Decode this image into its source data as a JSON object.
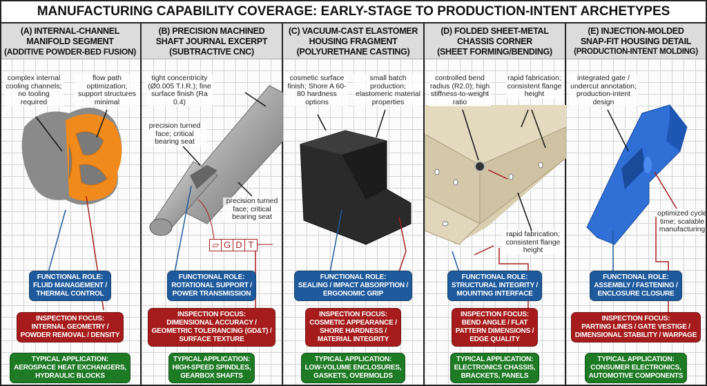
{
  "title": "MANUFACTURING CAPABILITY COVERAGE: EARLY-STAGE TO PRODUCTION-INTENT ARCHETYPES",
  "colors": {
    "functional_role": "#1f5a9c",
    "inspection_focus": "#a61c1c",
    "typical_application": "#1e7a24",
    "header_bg": "#dcdcdc"
  },
  "columns": [
    {
      "header": [
        "(A) INTERNAL-CHANNEL",
        "MANIFOLD SEGMENT",
        "(ADDITIVE POWDER-BED FUSION)"
      ],
      "notes": [
        "complex internal cooling channels; no tooling required",
        "flow path optimization; support structures minimal"
      ],
      "functional_role": [
        "FUNCTIONAL ROLE:",
        "FLUID MANAGEMENT /",
        "THERMAL CONTROL"
      ],
      "inspection_focus": [
        "INSPECTION FOCUS:",
        "INTERNAL GEOMETRY /",
        "POWDER REMOVAL / DENSITY"
      ],
      "typical_application": [
        "TYPICAL APPLICATION:",
        "AEROSPACE HEAT EXCHANGERS,",
        "HYDRAULIC BLOCKS"
      ]
    },
    {
      "header": [
        "(B) PRECISION MACHINED",
        "SHAFT JOURNAL EXCERPT",
        "(SUBTRACTIVE CNC)"
      ],
      "notes": [
        "tight concentricity (Ø0.005 T.I.R.); fine surface finish (Ra 0.4)",
        "precision turned face; critical bearing seat",
        "precision turned face; critical bearing seat"
      ],
      "gdt_frame": [
        "⏥",
        "G",
        "D",
        "T"
      ],
      "functional_role": [
        "FUNCTIONAL ROLE:",
        "ROTATIONAL SUPPORT /",
        "POWER TRANSMISSION"
      ],
      "inspection_focus": [
        "INSPECTION FOCUS:",
        "DIMENSIONAL ACCURACY /",
        "GEOMETRIC TOLERANCING (GD&T) /",
        "SURFACE TEXTURE"
      ],
      "typical_application": [
        "TYPICAL APPLICATION:",
        "HIGH-SPEED SPINDLES,",
        "GEARBOX SHAFTS"
      ]
    },
    {
      "header": [
        "(C) VACUUM-CAST ELASTOMER",
        "HOUSING FRAGMENT",
        "(POLYURETHANE CASTING)"
      ],
      "notes": [
        "cosmetic surface finish; Shore A 60-80 hardness options",
        "small batch production; elastomeric material properties"
      ],
      "functional_role": [
        "FUNCTIONAL ROLE:",
        "SEALING / IMPACT ABSORPTION /",
        "ERGONOMIC GRIP"
      ],
      "inspection_focus": [
        "INSPECTION FOCUS:",
        "COSMETIC APPEARANCE /",
        "SHORE HARDNESS /",
        "MATERIAL INTEGRITY"
      ],
      "typical_application": [
        "TYPICAL APPLICATION:",
        "LOW-VOLUME ENCLOSURES,",
        "GASKETS, OVERMOLDS"
      ]
    },
    {
      "header": [
        "(D) FOLDED SHEET-METAL",
        "CHASSIS CORNER",
        "(SHEET FORMING/BENDING)"
      ],
      "notes": [
        "controlled bend radius (R2.0); high stiffness-to-weight ratio",
        "rapid fabrication; consistent flange height",
        "rapid fabrication; consistent flange height"
      ],
      "functional_role": [
        "FUNCTIONAL ROLE:",
        "STRUCTURAL INTEGRITY /",
        "MOUNTING INTERFACE"
      ],
      "inspection_focus": [
        "INSPECTION FOCUS:",
        "BEND ANGLE / FLAT",
        "PATTERN DIMENSIONS /",
        "EDGE QUALITY"
      ],
      "typical_application": [
        "TYPICAL APPLICATION:",
        "ELECTRONICS CHASSIS,",
        "BRACKETS, PANELS"
      ]
    },
    {
      "header": [
        "(E) INJECTION-MOLDED",
        "SNAP-FIT HOUSING DETAIL",
        "(PRODUCTION-INTENT MOLDING)"
      ],
      "notes": [
        "integrated gate / undercut annotation; production-intent design",
        "optimized cycle time; scalable manufacturing"
      ],
      "functional_role": [
        "FUNCTIONAL ROLE:",
        "ASSEMBLY / FASTENING /",
        "ENCLOSURE CLOSURE"
      ],
      "inspection_focus": [
        "INSPECTION FOCUS:",
        "PARTING LINES / GATE VESTIGE /",
        "DIMENSIONAL STABILITY / WARPAGE"
      ],
      "typical_application": [
        "TYPICAL APPLICATION:",
        "CONSUMER ELECTRONICS,",
        "AUTOMOTIVE COMPONENTS"
      ]
    }
  ]
}
